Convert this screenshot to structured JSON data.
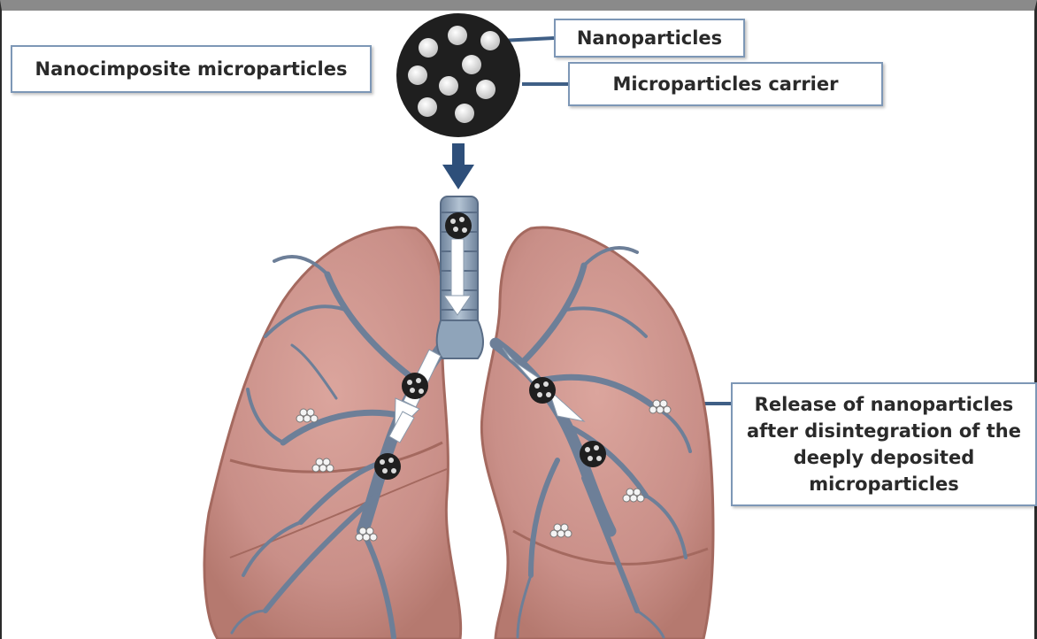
{
  "labels": {
    "composite": "Nanocimposite microparticles",
    "nanoparticles": "Nanoparticles",
    "carrier": "Microparticles carrier",
    "release": "Release of nanoparticles after disintegration of the deeply deposited microparticles"
  },
  "colors": {
    "lung_fill": "#c98f88",
    "lung_edge": "#a4695f",
    "airway": "#6d7f98",
    "trachea": "#8fa4ba",
    "label_border": "#7d97b6",
    "particle_dark": "#1e1e1e",
    "arrow_blue": "#2e4f7a"
  }
}
